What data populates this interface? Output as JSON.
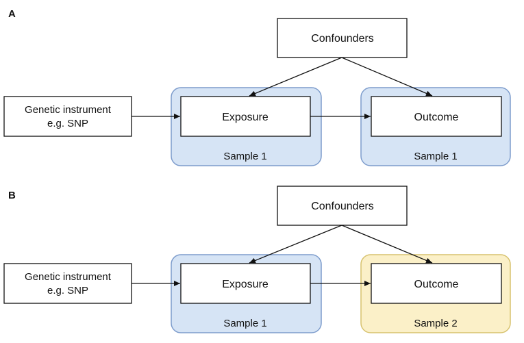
{
  "colors": {
    "blue_fill": "#d6e4f5",
    "blue_stroke": "#7d9ccc",
    "yellow_fill": "#fbf0c8",
    "yellow_stroke": "#d7c26e",
    "box_stroke": "#111111",
    "arrow": "#111111"
  },
  "panels": [
    {
      "letter": "A",
      "confounders": "Confounders",
      "instrument_line1": "Genetic instrument",
      "instrument_line2": "e.g. SNP",
      "exposure": "Exposure",
      "outcome": "Outcome",
      "exposure_sample": "Sample 1",
      "outcome_sample": "Sample 1",
      "outcome_sample_color": "blue"
    },
    {
      "letter": "B",
      "confounders": "Confounders",
      "instrument_line1": "Genetic instrument",
      "instrument_line2": "e.g. SNP",
      "exposure": "Exposure",
      "outcome": "Outcome",
      "exposure_sample": "Sample 1",
      "outcome_sample": "Sample 2",
      "outcome_sample_color": "yellow"
    }
  ]
}
